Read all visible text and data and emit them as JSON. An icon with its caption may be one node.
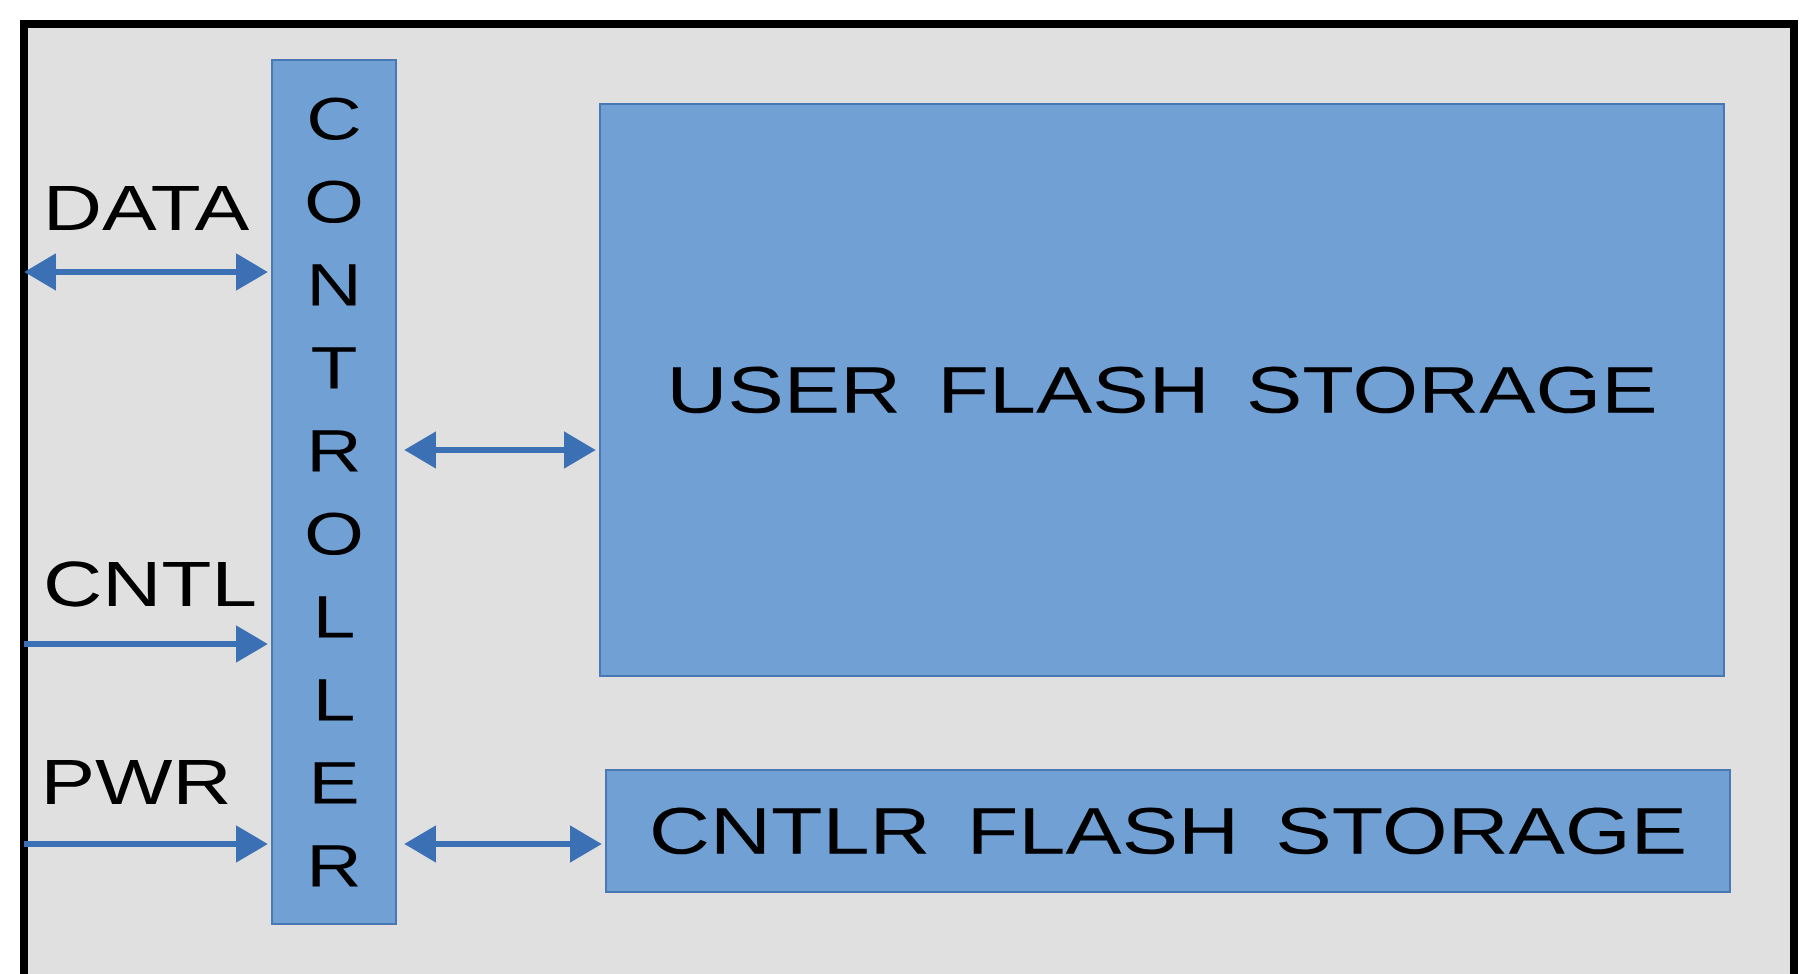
{
  "diagram": {
    "nodes": [
      {
        "text": [],
        "shape": "box"
      },
      {
        "text": [
          "CONTROLLER"
        ],
        "in": 0
      },
      {
        "text": [
          "USER FLASH STORAGE"
        ],
        "in": 0
      },
      {
        "text": [
          "CNTLR FLASH STORAGE"
        ],
        "in": 0
      }
    ],
    "edges": [
      {
        "from": null,
        "to": 1,
        "arrow": "both",
        "label": "DATA"
      },
      {
        "from": null,
        "to": 1,
        "arrow": "to",
        "label": "CNTL"
      },
      {
        "from": null,
        "to": 1,
        "arrow": "to",
        "label": "PWR"
      },
      {
        "from": 1,
        "to": 2,
        "arrow": "both"
      },
      {
        "from": 1,
        "to": 3,
        "arrow": "both"
      }
    ]
  }
}
